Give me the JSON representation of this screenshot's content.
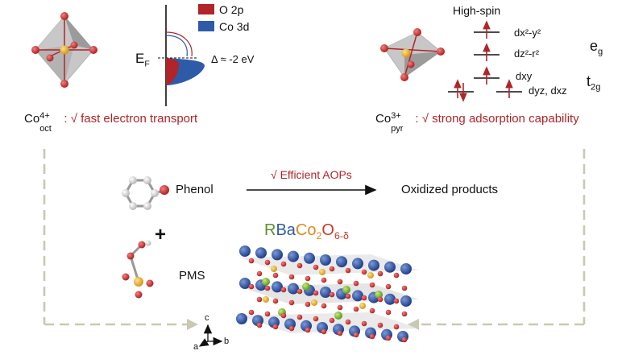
{
  "top_left": {
    "legend_o": "O 2p",
    "legend_co": "Co 3d",
    "ef_label": "E",
    "ef_sub": "F",
    "delta_label": "Δ ≈ -2 eV",
    "co_base": "Co",
    "co_sup": "4+",
    "co_sub": "oct",
    "caption": " : √ fast electron transport",
    "colors": {
      "o2p": "#b0242a",
      "co3d": "#2e5ba8"
    }
  },
  "top_right": {
    "title": "High-spin",
    "levels": {
      "dx2y2": "dx²-y²",
      "dz2r2": "dz²-r²",
      "dxy": "dxy",
      "dyz_dxz": "dyz, dxz"
    },
    "eg": "e",
    "eg_sub": "g",
    "t2g": "t",
    "t2g_sub": "2g",
    "co_base": "Co",
    "co_sup": "3+",
    "co_sub": "pyr",
    "caption": " : √ strong adsorption capability"
  },
  "reaction": {
    "phenol": "Phenol",
    "arrow_label": "√ Efficient AOPs",
    "product": "Oxidized products",
    "plus": "+",
    "pms": "PMS"
  },
  "material": {
    "formula_r": "R",
    "formula_ba": "Ba",
    "formula_co": "Co",
    "formula_2": "2",
    "formula_o": "O",
    "formula_delta": "6-δ",
    "axis_c": "c",
    "axis_a": "a",
    "axis_b": "b",
    "colors": {
      "r": "#5b8f2a",
      "ba": "#2e5ba8",
      "co": "#e08a1e",
      "o": "#c83a2a"
    }
  }
}
